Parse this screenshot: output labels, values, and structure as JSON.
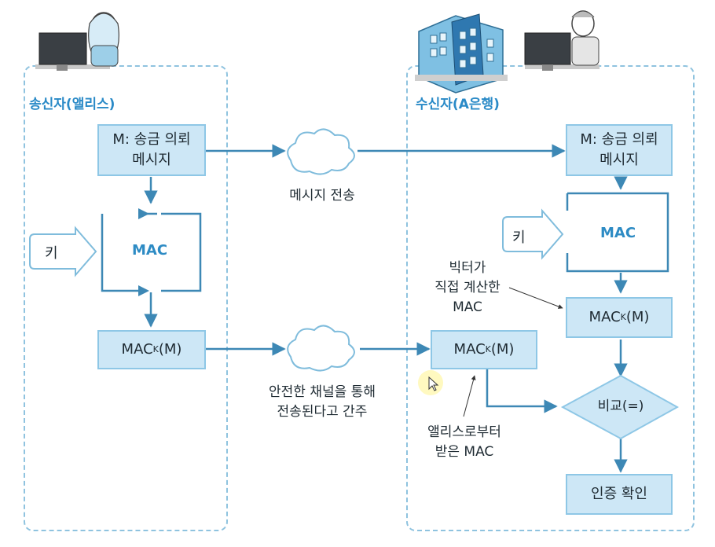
{
  "sender": {
    "title": "송신자(앨리스)",
    "message_box": "M: 송금 의뢰\n메시지",
    "mac_label": "MAC",
    "key_label": "키",
    "mac_output": {
      "prefix": "MAC",
      "sub": "K",
      "suffix": "(M)"
    }
  },
  "receiver": {
    "title": "수신자(A은행)",
    "message_box": "M: 송금 의뢰\n메시지",
    "mac_label": "MAC",
    "key_label": "키",
    "mac_output": {
      "prefix": "MAC",
      "sub": "K",
      "suffix": "(M)"
    },
    "received_mac": {
      "prefix": "MAC",
      "sub": "K",
      "suffix": "(M)"
    },
    "compare_label": "비교(=)",
    "auth_label": "인증 확인"
  },
  "channel": {
    "message_transfer": "메시지 전송",
    "secure_channel": "안전한 채널을 통해\n전송된다고 간주"
  },
  "annotations": {
    "victor_computed": "빅터가\n직접 계산한\nMAC",
    "from_alice": "앨리스로부터\n받은 MAC"
  },
  "colors": {
    "box_fill": "#cde7f6",
    "box_border": "#8ec7e6",
    "arrow": "#3d88b5",
    "title": "#2a8ac7",
    "dashed": "#8fc3df"
  }
}
